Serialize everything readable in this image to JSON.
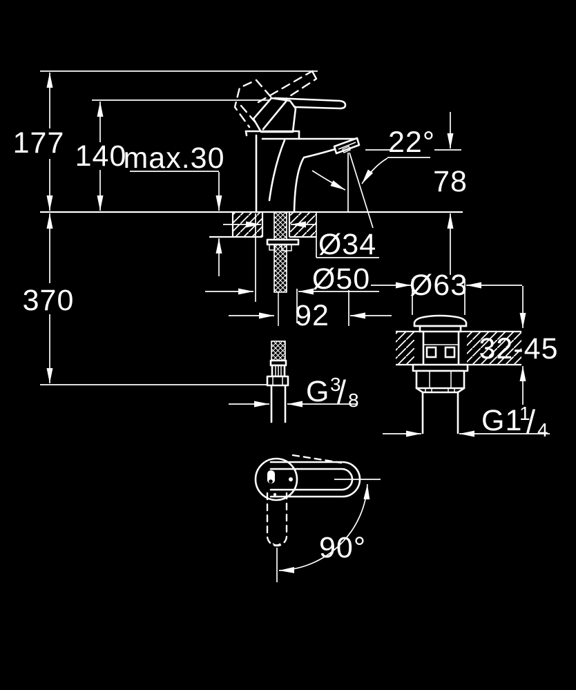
{
  "drawing": {
    "type": "faucet-installation-dimension-drawing",
    "colors": {
      "background": "#000000",
      "ink": "#ffffff"
    },
    "labels": {
      "total_height": "177",
      "spout_top_height": "140",
      "max_deck_thickness": "max.30",
      "aerator_angle": "22°",
      "outlet_height": "78",
      "shank_hole_dia": "Ø34",
      "body_base_dia": "Ø50",
      "spout_projection": "92",
      "waste_cap_dia": "Ø63",
      "below_deck_length": "370",
      "waste_deck_thickness": "32-45",
      "handle_swivel_angle": "90°",
      "supply_thread": {
        "prefix": "G",
        "numerator": "3",
        "slash": "/",
        "denominator": "8"
      },
      "waste_thread": {
        "prefix": "G1",
        "numerator": "1",
        "slash": "/",
        "denominator": "4"
      }
    }
  }
}
